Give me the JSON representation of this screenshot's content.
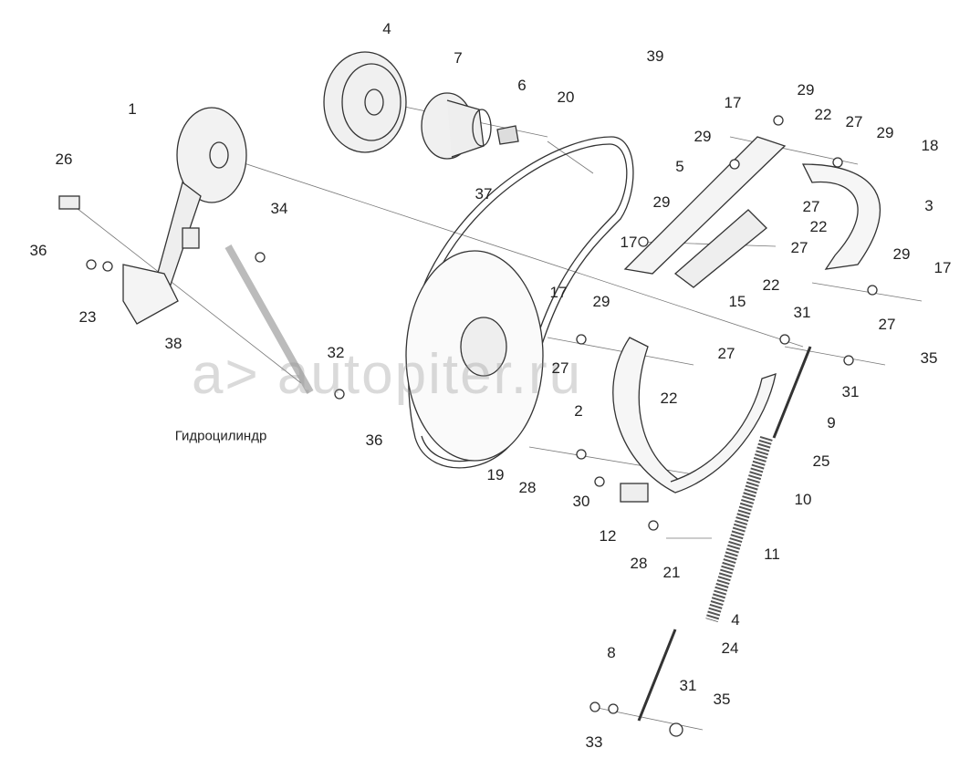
{
  "diagram": {
    "watermark": "a> autopiter.ru",
    "caption": "Гидроцилиндр",
    "callouts": [
      "4",
      "7",
      "39",
      "6",
      "20",
      "1",
      "17",
      "29",
      "22",
      "27",
      "29",
      "29",
      "18",
      "5",
      "26",
      "37",
      "29",
      "27",
      "22",
      "3",
      "34",
      "17",
      "27",
      "36",
      "15",
      "22",
      "29",
      "17",
      "23",
      "17",
      "29",
      "27",
      "38",
      "31",
      "32",
      "27",
      "27",
      "35",
      "22",
      "31",
      "2",
      "36",
      "9",
      "25",
      "19",
      "28",
      "30",
      "10",
      "12",
      "28",
      "21",
      "11",
      "4",
      "24",
      "8",
      "31",
      "35",
      "33"
    ]
  }
}
